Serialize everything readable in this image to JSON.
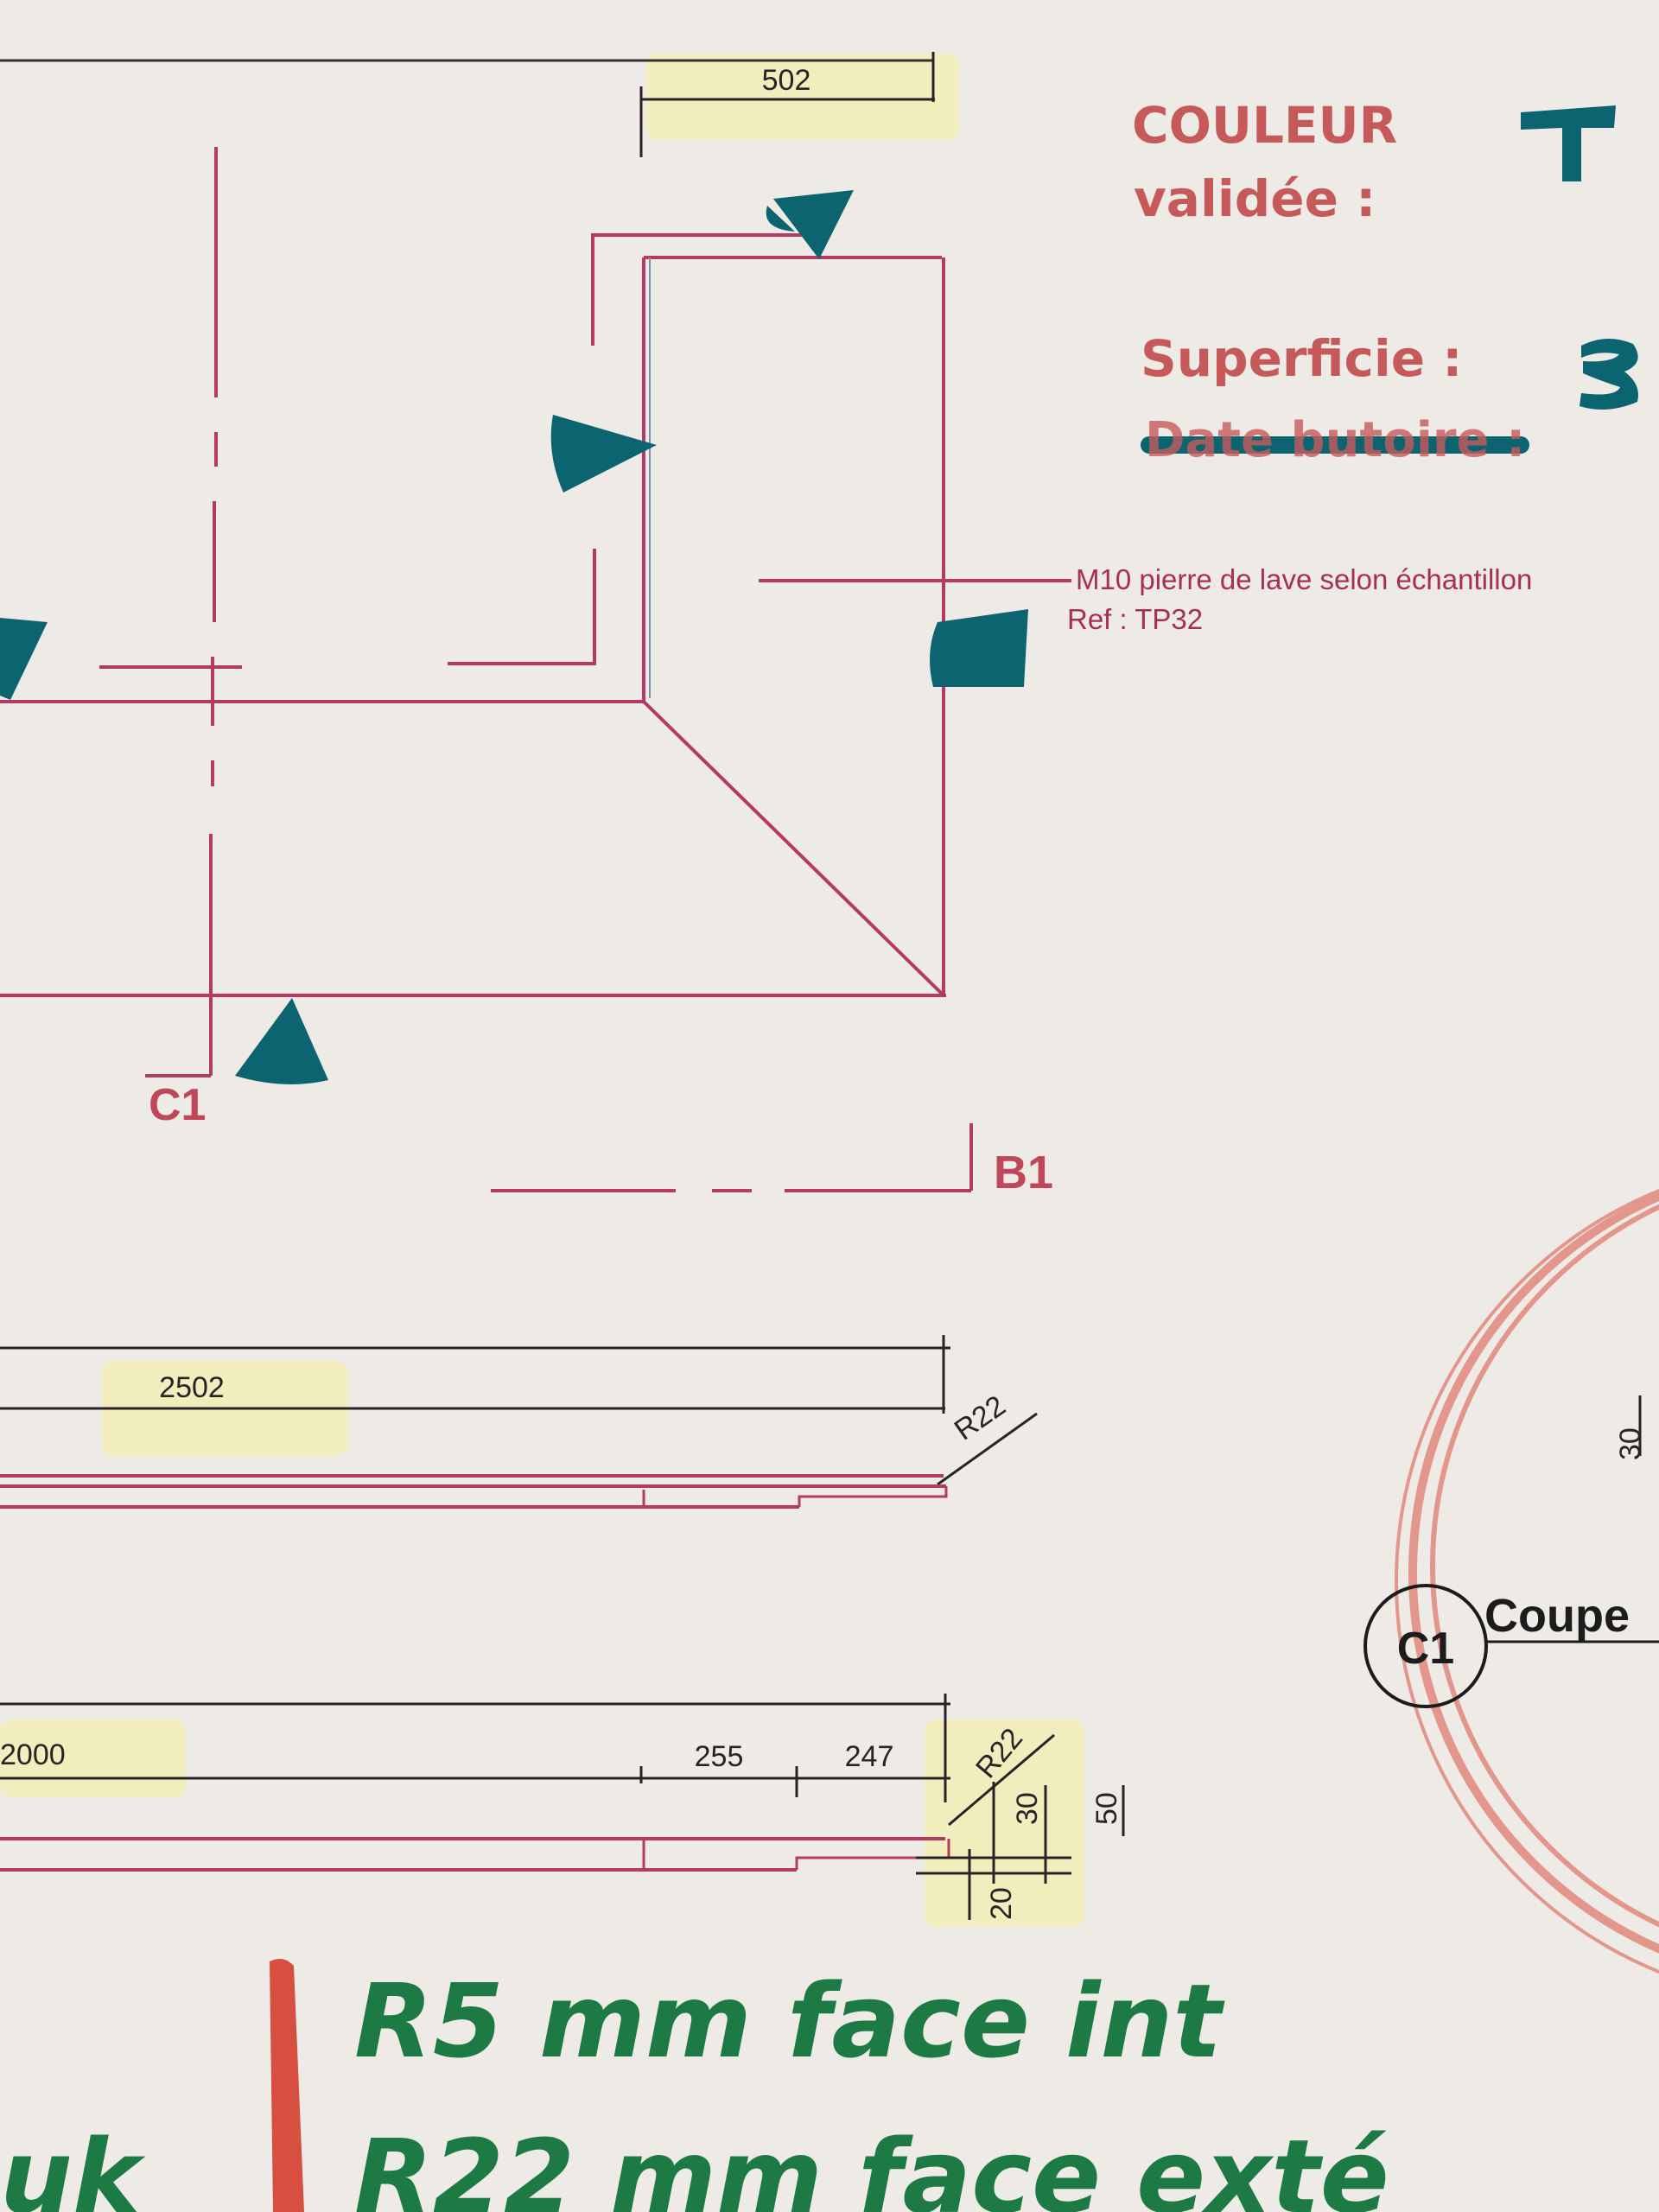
{
  "header": {
    "color_label_1": "COULEUR",
    "color_label_2": "validée :",
    "area_label": "Superficie :",
    "deadline_label": "Date butoire :",
    "color_hand_value": "T"
  },
  "material_note": {
    "line1": "M10 pierre de lave selon échantillon",
    "line2": "Ref : TP32"
  },
  "section_markers": {
    "c1": "C1",
    "b1": "B1",
    "c1_circle": "C1",
    "coupe": "Coupe"
  },
  "dimensions": {
    "top_width": "502",
    "overall_length": "2502",
    "radius_a": "R22",
    "segment_2000": "2000",
    "segment_255": "255",
    "segment_247": "247",
    "radius_b": "R22",
    "step_30": "30",
    "thickness_50": "50",
    "step_20": "20",
    "detail_30": "30"
  },
  "handwritten": {
    "line1": "R5 mm face int",
    "line2_left": "uk",
    "line2": "R22 mm face exté"
  },
  "colors": {
    "drawing_line": "#b23a63",
    "label_red": "#c65a5a",
    "marker_teal": "#0b6470",
    "note_green": "#1e7a45",
    "highlight": "#f1edb4",
    "paper": "#eeebe6"
  }
}
